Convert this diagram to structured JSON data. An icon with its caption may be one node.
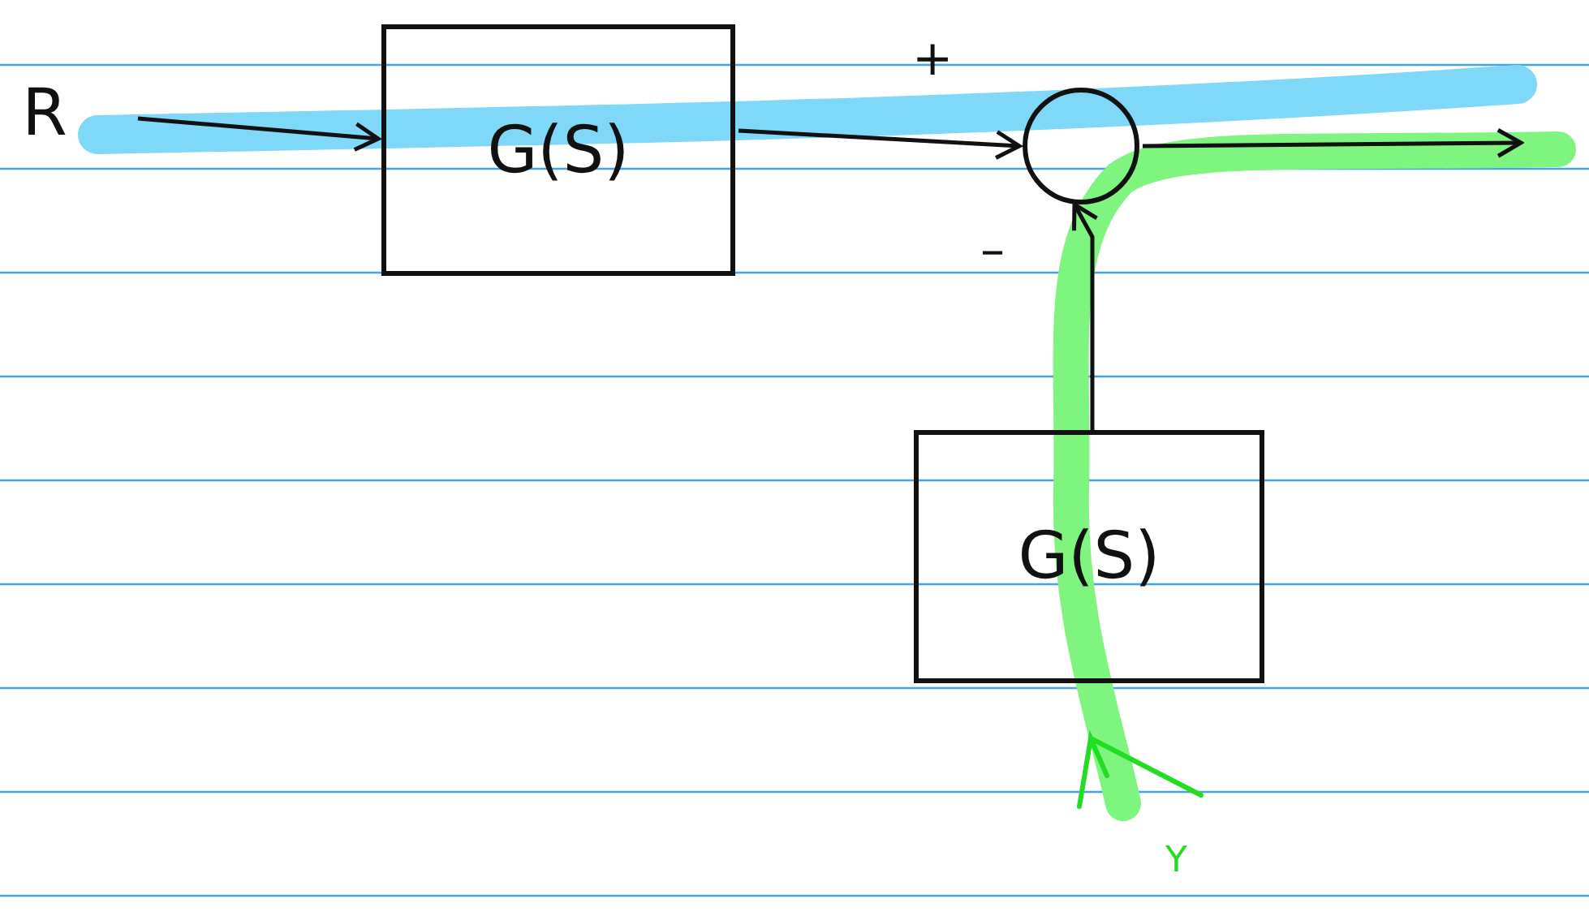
{
  "diagram": {
    "nodes": [
      {
        "text": [
          "R"
        ]
      },
      {
        "text": [
          "G(S)"
        ]
      },
      {
        "text": [],
        "shape": "circle"
      },
      {
        "text": [
          "G(S)"
        ]
      }
    ],
    "edges": [
      {
        "from": 0,
        "to": 1,
        "arrow": "to"
      },
      {
        "from": 1,
        "to": 2,
        "arrow": "to"
      },
      {
        "from": 2,
        "to": null,
        "arrow": "to"
      },
      {
        "from": 3,
        "to": 2,
        "arrow": "to"
      }
    ],
    "labels": [
      "+",
      "–",
      "Y"
    ]
  }
}
